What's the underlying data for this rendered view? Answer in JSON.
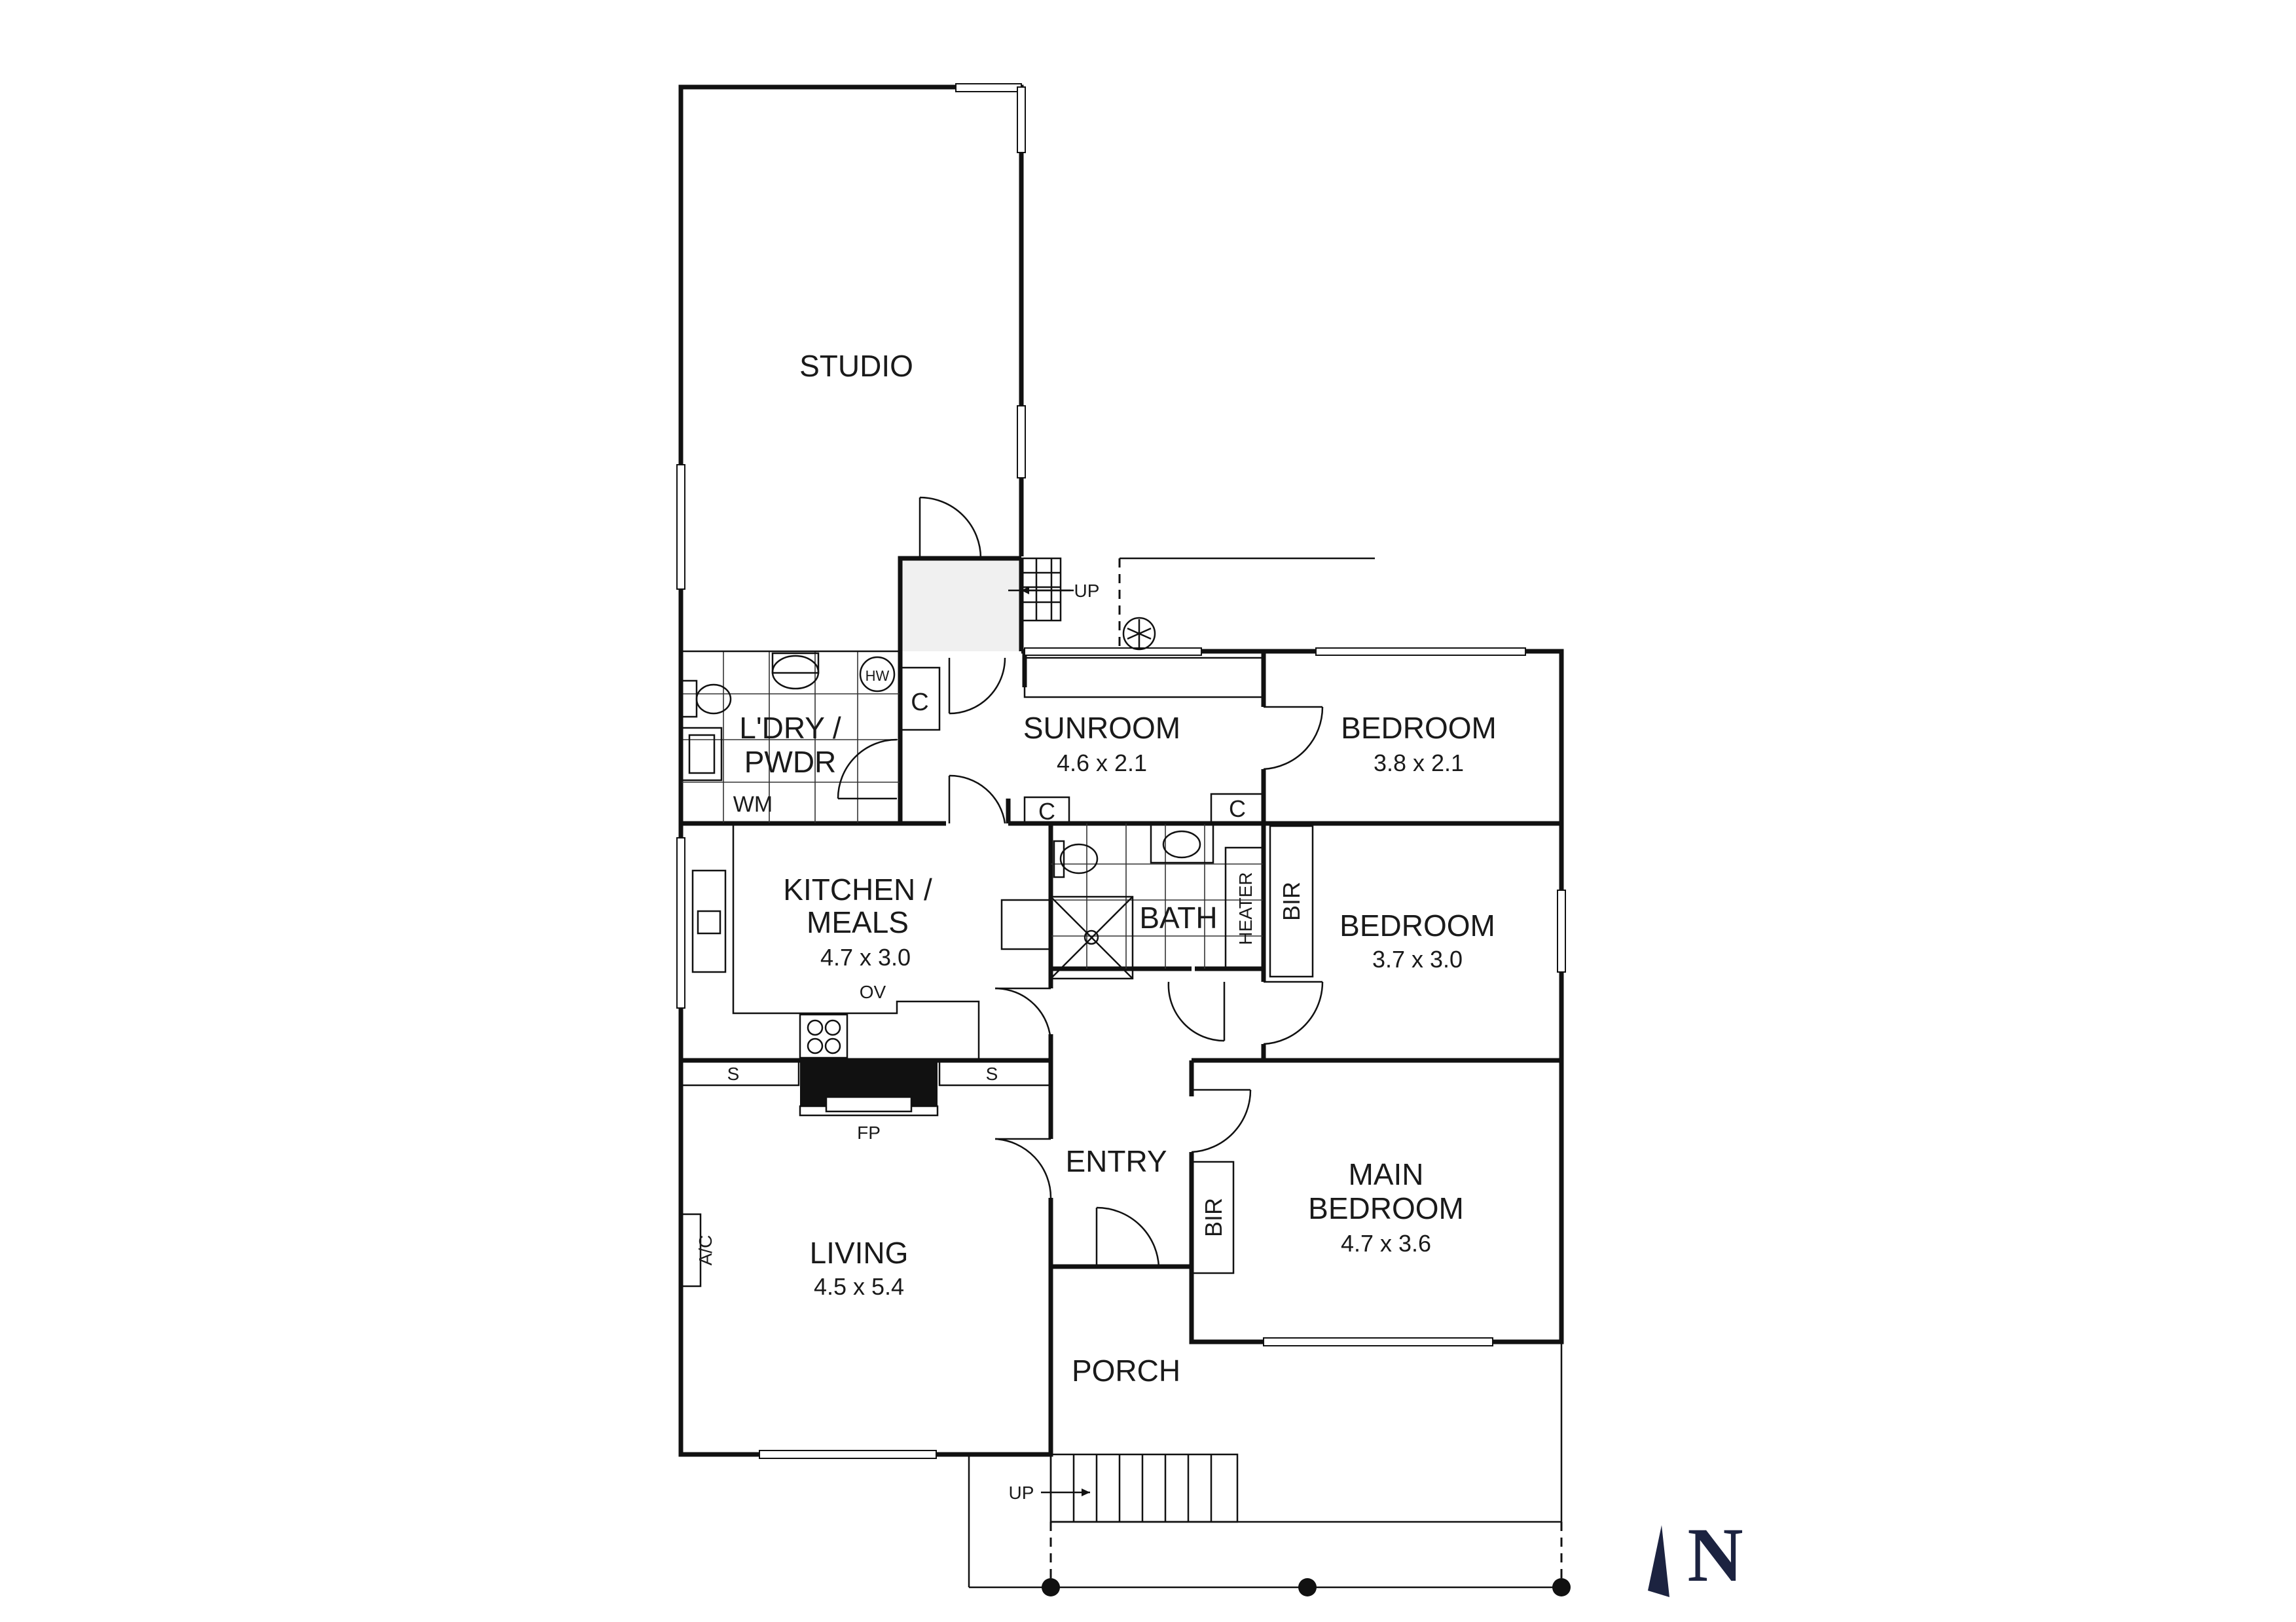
{
  "rooms": {
    "studio": {
      "name": "STUDIO"
    },
    "laundry": {
      "name_line1": "L'DRY /",
      "name_line2": "PWDR"
    },
    "sunroom": {
      "name": "SUNROOM",
      "dims": "4.6 x 2.1"
    },
    "bedroom1": {
      "name": "BEDROOM",
      "dims": "3.8 x 2.1"
    },
    "kitchen": {
      "name_line1": "KITCHEN /",
      "name_line2": "MEALS",
      "dims": "4.7 x 3.0"
    },
    "bath": {
      "name": "BATH"
    },
    "bedroom2": {
      "name": "BEDROOM",
      "dims": "3.7 x 3.0"
    },
    "entry": {
      "name": "ENTRY"
    },
    "main_bedroom": {
      "name_line1": "MAIN",
      "name_line2": "BEDROOM",
      "dims": "4.7 x 3.6"
    },
    "living": {
      "name": "LIVING",
      "dims": "4.5 x 5.4"
    },
    "porch": {
      "name": "PORCH"
    }
  },
  "fixtures": {
    "cupboard": "C",
    "hot_water": "HW",
    "washing_machine": "WM",
    "oven": "OV",
    "fireplace": "FP",
    "shelf": "S",
    "heater": "HEATER",
    "built_in_robe": "BIR",
    "air_conditioner": "A/C",
    "stairs_up": "UP"
  },
  "compass": {
    "letter": "N"
  },
  "colors": {
    "line": "#111111",
    "north": "#1c2340",
    "landing": "#f0f0f0"
  }
}
